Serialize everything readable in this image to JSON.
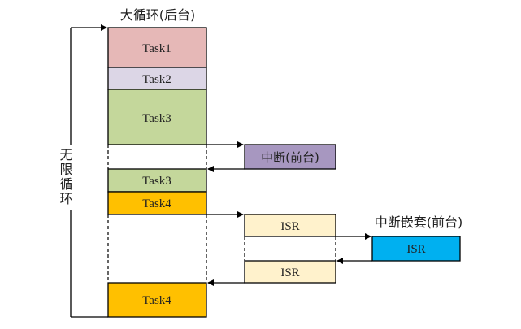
{
  "titles": {
    "background_loop": "大循环(后台)",
    "nested_interrupt": "中断嵌套(前台)",
    "infinite_loop": "无限循环"
  },
  "blocks": {
    "task1": {
      "label": "Task1",
      "color": "#e6b8b7"
    },
    "task2": {
      "label": "Task2",
      "color": "#dcd6e6"
    },
    "task3a": {
      "label": "Task3",
      "color": "#c4d79b"
    },
    "task3b": {
      "label": "Task3",
      "color": "#c4d79b"
    },
    "task4a": {
      "label": "Task4",
      "color": "#ffc000"
    },
    "task4b": {
      "label": "Task4",
      "color": "#ffc000"
    },
    "interrupt": {
      "label": "中断(前台)",
      "color": "#a797c0"
    },
    "isr1": {
      "label": "ISR",
      "color": "#fff2cc"
    },
    "isr2": {
      "label": "ISR",
      "color": "#fff2cc"
    },
    "isr_nested": {
      "label": "ISR",
      "color": "#00b0f0"
    }
  }
}
